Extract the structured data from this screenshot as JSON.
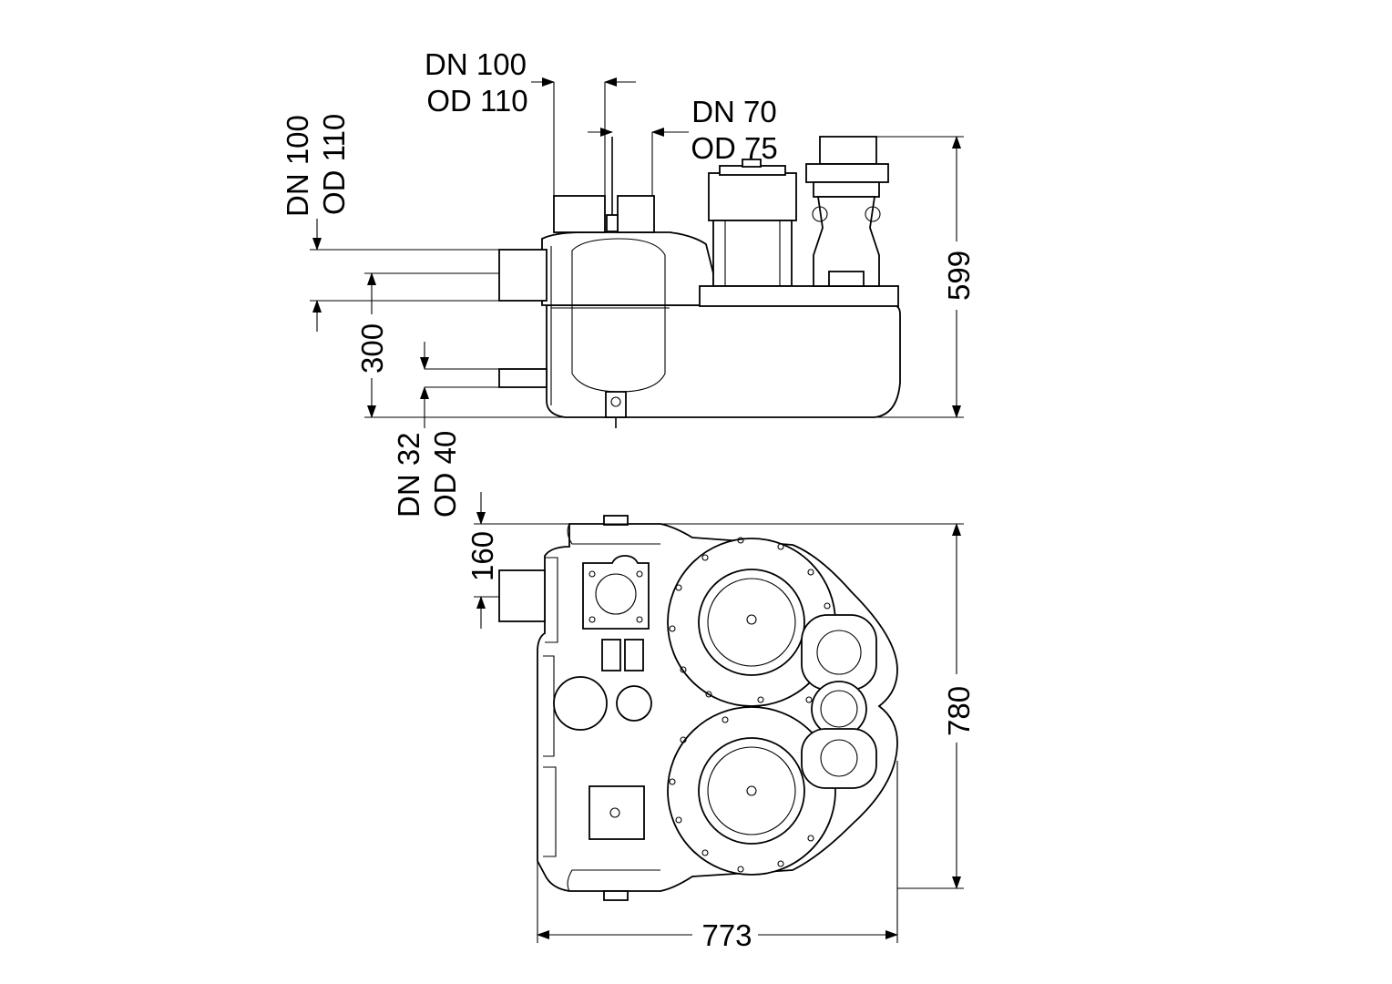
{
  "side_view": {
    "outlet_top": [
      "DN 100",
      "OD 110"
    ],
    "outlet_mid": [
      "DN 70",
      "OD 75"
    ],
    "inlet_left": [
      "DN 100",
      "OD 110"
    ],
    "inlet_low": [
      "DN 32",
      "OD 40"
    ],
    "height_total": "599",
    "height_inlet": "300"
  },
  "top_view": {
    "offset": "160",
    "depth": "780",
    "width": "773"
  }
}
